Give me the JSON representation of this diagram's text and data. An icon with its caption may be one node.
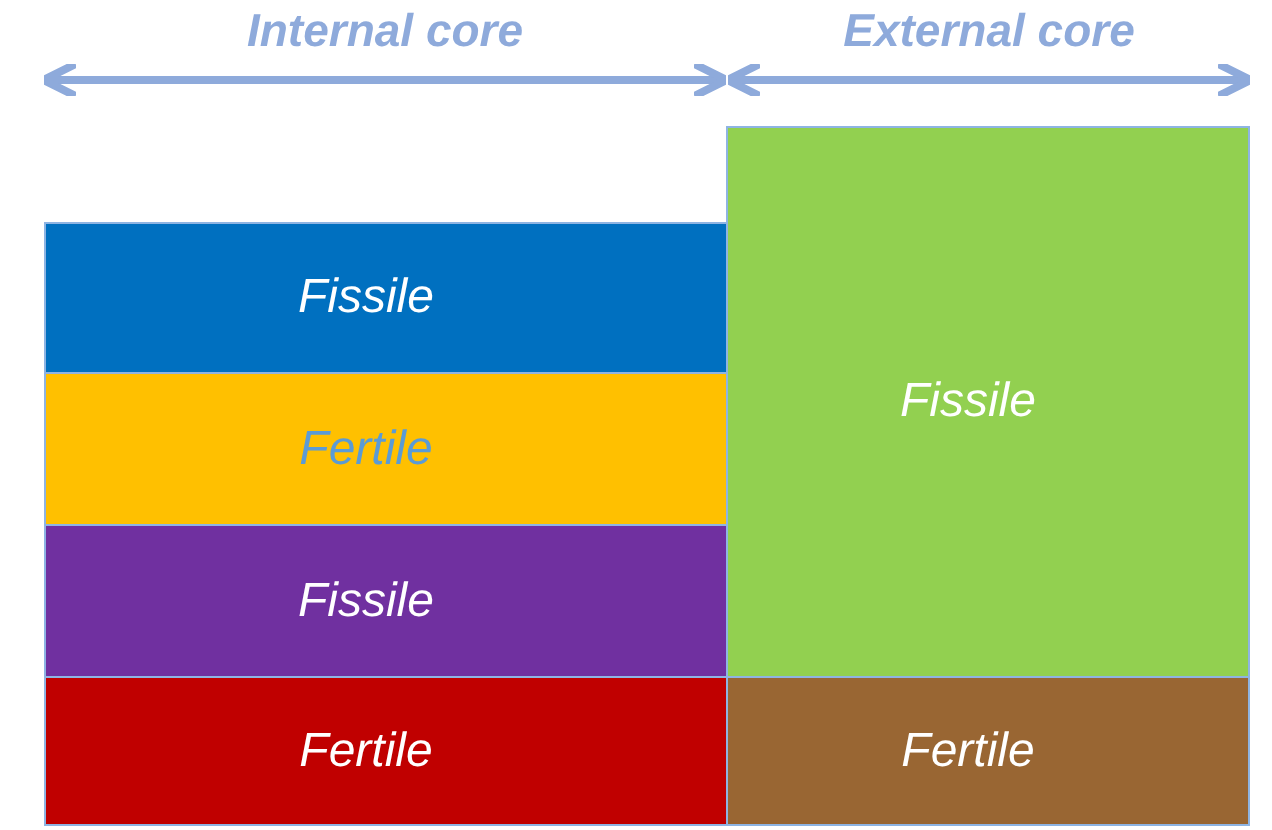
{
  "diagram": {
    "nodes": [
      {
        "text": [
          "Fissile"
        ]
      },
      {
        "text": [
          "Fertile"
        ]
      },
      {
        "text": [
          "Fissile"
        ]
      },
      {
        "text": [
          "Fertile"
        ]
      },
      {
        "text": [
          "Fissile"
        ]
      },
      {
        "text": [
          "Fertile"
        ]
      }
    ],
    "labels": [
      "Internal core",
      "External core"
    ]
  }
}
